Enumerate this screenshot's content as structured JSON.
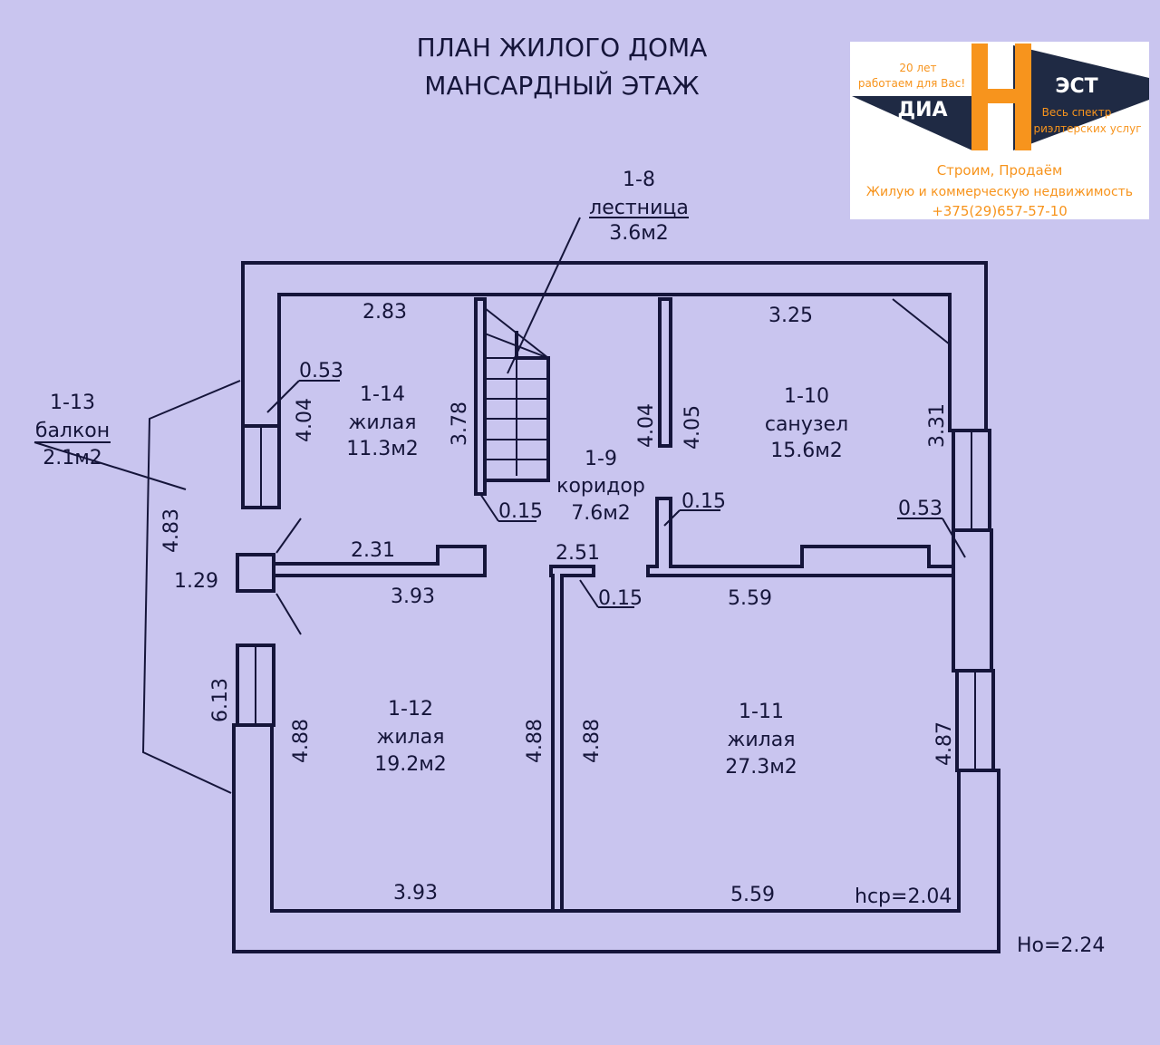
{
  "title": {
    "line1": "ПЛАН ЖИЛОГО ДОМА",
    "line2": "МАНСАРДНЫЙ ЭТАЖ"
  },
  "logo": {
    "years": "20 лет",
    "years2": "работаем для Вас!",
    "brand_left": "ДИА",
    "brand_mid": "Н",
    "brand_right": "ЭСТ",
    "tag1": "Весь спектр",
    "tag2": "риэлтерских услуг",
    "line1": "Строим, Продаём",
    "line2": "Жилую и коммерческую недвижимость",
    "phone": "+375(29)657-57-10",
    "accent": "#f7941d",
    "dark": "#1f2a44"
  },
  "rooms": [
    {
      "id": "1-8",
      "name": "лестница",
      "area": "3.6м2"
    },
    {
      "id": "1-9",
      "name": "коридор",
      "area": "7.6м2"
    },
    {
      "id": "1-10",
      "name": "санузел",
      "area": "15.6м2"
    },
    {
      "id": "1-11",
      "name": "жилая",
      "area": "27.3м2"
    },
    {
      "id": "1-12",
      "name": "жилая",
      "area": "19.2м2"
    },
    {
      "id": "1-13",
      "name": "балкон",
      "area": "2.1м2"
    },
    {
      "id": "1-14",
      "name": "жилая",
      "area": "11.3м2"
    }
  ],
  "dims": {
    "d283": "2.83",
    "d325": "3.25",
    "d053a": "0.53",
    "d404a": "4.04",
    "d378": "3.78",
    "d404b": "4.04",
    "d405": "4.05",
    "d331": "3.31",
    "d015a": "0.15",
    "d015b": "0.15",
    "d015c": "0.15",
    "d053b": "0.53",
    "d231": "2.31",
    "d251": "2.51",
    "d393a": "3.93",
    "d559a": "5.59",
    "d483": "4.83",
    "d129": "1.29",
    "d613": "6.13",
    "d488a": "4.88",
    "d488b": "4.88",
    "d488c": "4.88",
    "d487": "4.87",
    "d393b": "3.93",
    "d559b": "5.59",
    "hcp": "hcp=2.04",
    "ho": "Ho=2.24"
  }
}
